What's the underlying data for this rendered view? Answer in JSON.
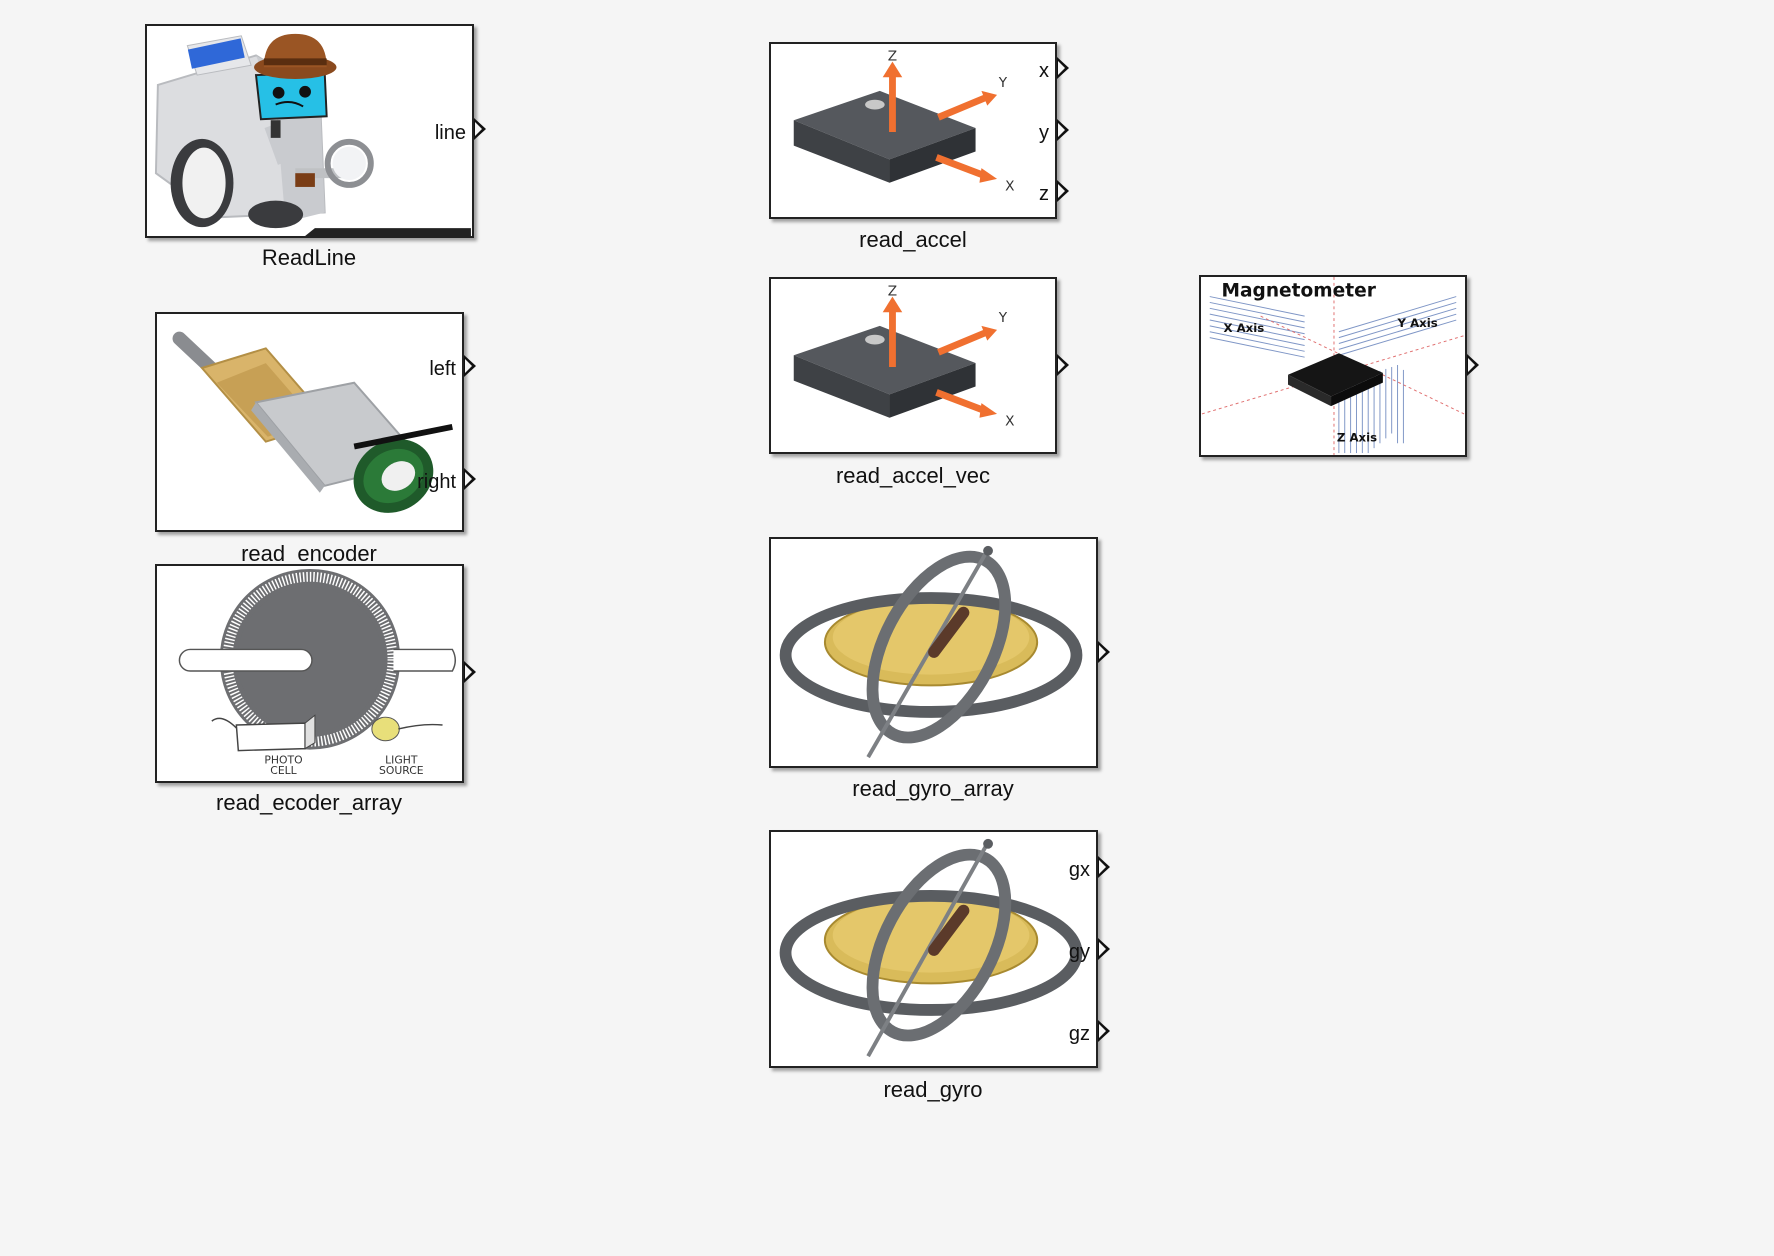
{
  "blocks": {
    "readline": {
      "name": "ReadLine",
      "image": "robot-detective-icon",
      "ports": [
        "line"
      ]
    },
    "read_encoder": {
      "name": "read_encoder",
      "image": "gear-motor-encoder-icon",
      "ports": [
        "left",
        "right"
      ]
    },
    "read_ecoder_array": {
      "name": "read_ecoder_array",
      "image": "optical-encoder-disk-icon",
      "labels": {
        "photo_cell_1": "PHOTO",
        "photo_cell_2": "CELL",
        "light_1": "LIGHT",
        "light_2": "SOURCE"
      },
      "ports": [
        ""
      ]
    },
    "read_accel": {
      "name": "read_accel",
      "image": "accelerometer-chip-icon",
      "axes": {
        "z": "Z",
        "y": "Y",
        "x": "X"
      },
      "ports": [
        "x",
        "y",
        "z"
      ]
    },
    "read_accel_vec": {
      "name": "read_accel_vec",
      "image": "accelerometer-chip-icon",
      "axes": {
        "z": "Z",
        "y": "Y",
        "x": "X"
      },
      "ports": [
        ""
      ]
    },
    "magnetometer": {
      "image": "magnetometer-icon",
      "title": "Magnetometer",
      "x_axis": "X Axis",
      "y_axis": "Y Axis",
      "z_axis": "Z Axis",
      "ports": [
        ""
      ]
    },
    "read_gyro_array": {
      "name": "read_gyro_array",
      "image": "gyroscope-icon",
      "ports": [
        ""
      ]
    },
    "read_gyro": {
      "name": "read_gyro",
      "image": "gyroscope-icon",
      "ports": [
        "gx",
        "gy",
        "gz"
      ]
    }
  },
  "colors": {
    "canvas": "#f5f5f5",
    "block_border": "#222222",
    "axis_arrow": "#f07030",
    "chip": "#4a4d52"
  }
}
